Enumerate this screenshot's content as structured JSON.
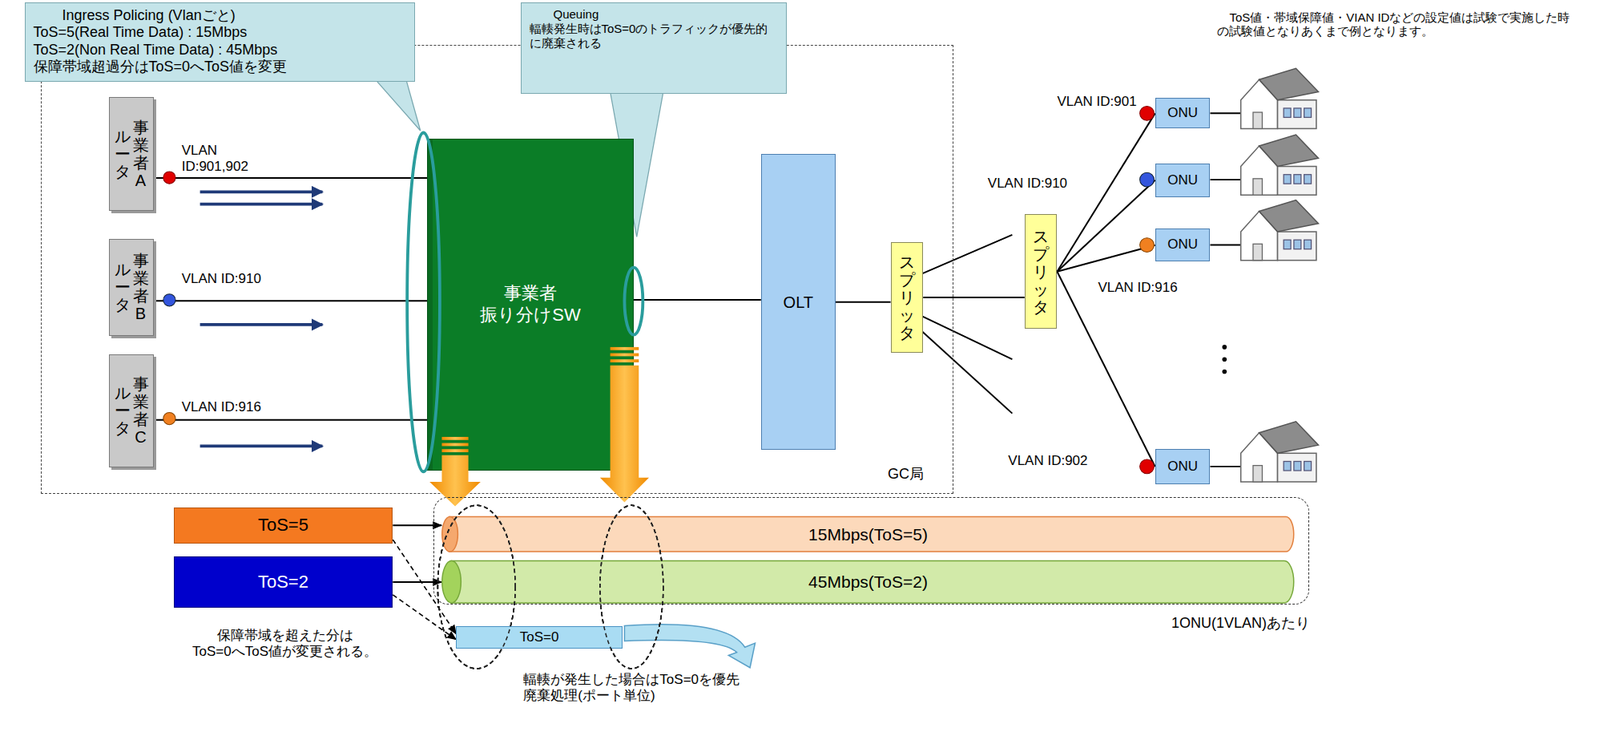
{
  "diagram": {
    "nodes": [
      {
        "text": [
          "Ingress Policing (Vlanごと)",
          "ToS=5(Real Time Data) : 15Mbps",
          "ToS=2(Non Real Time Data) : 45Mbps",
          "保障帯域超過分はToS=0へToS値を変更"
        ]
      },
      {
        "text": [
          "Queuing",
          "輻輳発生時はToS=0のトラフィックが優先的 に廃棄される"
        ]
      },
      {
        "text": [
          "GC局"
        ]
      },
      {
        "text": [
          "事業者A",
          "ルータ"
        ],
        "in": 2
      },
      {
        "text": [
          "事業者B",
          "ルータ"
        ],
        "in": 2
      },
      {
        "text": [
          "事業者C",
          "ルータ"
        ],
        "in": 2
      },
      {
        "text": [
          "事業者 振り分けSW"
        ],
        "in": 2
      },
      {
        "text": [
          "OLT"
        ],
        "in": 2
      },
      {
        "text": [
          "スプリッタ"
        ],
        "in": 2
      },
      {
        "text": [
          "スプリッタ"
        ]
      },
      {
        "text": [
          "ONU"
        ]
      },
      {
        "text": [
          "ONU"
        ]
      },
      {
        "text": [
          "ONU"
        ]
      },
      {
        "text": [
          "ONU"
        ]
      },
      {
        "text": [
          "1ONU(1VLAN)あたり"
        ]
      },
      {
        "text": [
          "ToS=5"
        ]
      },
      {
        "text": [
          "ToS=2"
        ]
      },
      {
        "text": [
          "15Mbps(ToS=5)"
        ],
        "in": 14
      },
      {
        "text": [
          "45Mbps(ToS=2)"
        ],
        "in": 14
      },
      {
        "text": [
          "ToS=0"
        ]
      }
    ],
    "edges": [
      {
        "from": 3,
        "to": 6,
        "arrow": "none"
      },
      {
        "from": 4,
        "to": 6,
        "arrow": "none"
      },
      {
        "from": 5,
        "to": 6,
        "arrow": "none"
      },
      {
        "from": 6,
        "to": 7,
        "arrow": "none"
      },
      {
        "from": 7,
        "to": 8,
        "arrow": "none"
      },
      {
        "from": 8,
        "to": 9,
        "arrow": "none"
      },
      {
        "from": 9,
        "to": 10,
        "arrow": "none"
      },
      {
        "from": 9,
        "to": 11,
        "arrow": "none"
      },
      {
        "from": 9,
        "to": 12,
        "arrow": "none"
      },
      {
        "from": 9,
        "to": 13,
        "arrow": "none"
      },
      {
        "from": 15,
        "to": 17,
        "arrow": "to"
      },
      {
        "from": 16,
        "to": 18,
        "arrow": "to"
      },
      {
        "from": 15,
        "to": 19,
        "arrow": "to"
      },
      {
        "from": 16,
        "to": 19,
        "arrow": "to"
      }
    ],
    "labels": [
      "VLAN ID:901,902",
      "VLAN ID:910",
      "VLAN ID:916",
      "VLAN ID:901",
      "VLAN ID:910",
      "VLAN ID:916",
      "VLAN ID:902",
      "ToS値・帯域保障値・VIAN IDなどの設定値は試験で実施した時 の試験値となりあくまで例となります。",
      "保障帯域を超えた分は ToS=0へToS値が変更される。",
      "輻輳が発生した場合はToS=0を優先 廃棄処理(ポート単位)"
    ]
  }
}
